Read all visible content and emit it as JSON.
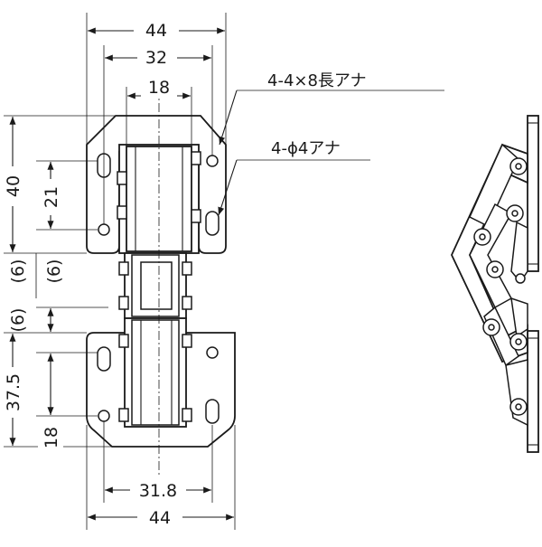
{
  "dimensions": {
    "overall_width_top": "44",
    "hole_spacing_top": "32",
    "arm_width": "18",
    "plate_height_top": "40",
    "hole_spacing_vertical_top": "21",
    "offset_upper": "(6)",
    "offset_upper_2": "(6)",
    "offset_lower": "(6)",
    "plate_height_bottom": "37.5",
    "hole_spacing_vertical_bottom": "18",
    "hole_spacing_bottom": "31.8",
    "overall_width_bottom": "44"
  },
  "annotations": {
    "slot_holes": "4-4×8長アナ",
    "round_holes": "4-ϕ4アナ"
  }
}
